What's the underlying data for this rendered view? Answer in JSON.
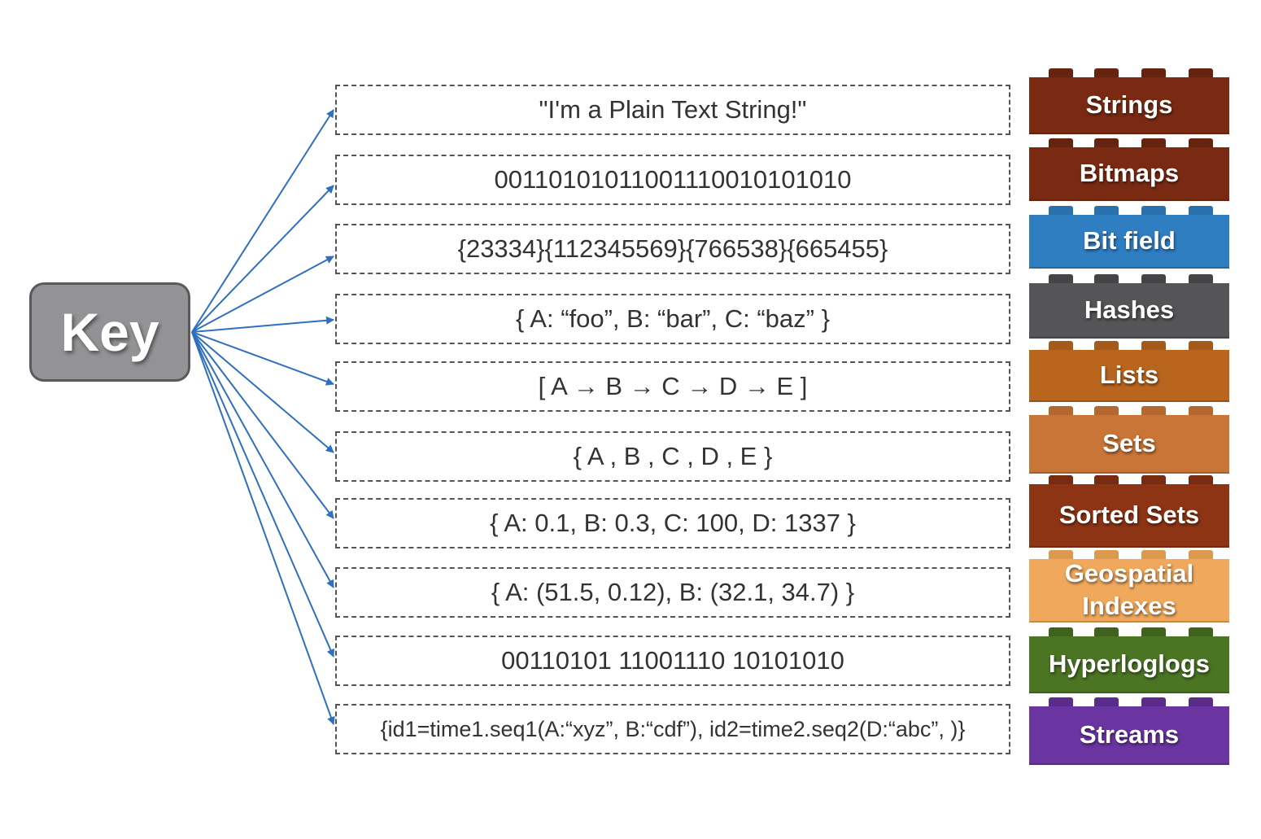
{
  "key": {
    "label": "Key"
  },
  "values": [
    {
      "text": "\"I'm a Plain Text String!\""
    },
    {
      "text": "00110101011001110010101010"
    },
    {
      "text": "{23334}{112345569}{766538}{665455}"
    },
    {
      "text": "{ A: “foo”, B: “bar”, C: “baz”  }"
    },
    {
      "text": "[ A → B → C → D → E ]"
    },
    {
      "text": "{  A , B , C , D , E  }"
    },
    {
      "text": "{ A: 0.1, B: 0.3, C: 100, D: 1337 }"
    },
    {
      "text": "{ A: (51.5, 0.12), B: (32.1, 34.7)  }"
    },
    {
      "text": "00110101 11001110 10101010"
    },
    {
      "text": "{id1=time1.seq1(A:“xyz”, B:“cdf”), id2=time2.seq2(D:“abc”, )}"
    }
  ],
  "types": [
    {
      "label": "Strings",
      "color": "#7a2a13",
      "stud_color": "#662310"
    },
    {
      "label": "Bitmaps",
      "color": "#7a2a13",
      "stud_color": "#662310"
    },
    {
      "label": "Bit field",
      "color": "#2f7ec2",
      "stud_color": "#2a70ad"
    },
    {
      "label": "Hashes",
      "color": "#555558",
      "stud_color": "#444447"
    },
    {
      "label": "Lists",
      "color": "#b9651e",
      "stud_color": "#a65a1a"
    },
    {
      "label": "Sets",
      "color": "#c97537",
      "stud_color": "#b4672f"
    },
    {
      "label": "Sorted Sets",
      "color": "#8c3414",
      "stud_color": "#772c11"
    },
    {
      "label": "Geospatial Indexes",
      "color": "#f0a95c",
      "stud_color": "#dc9a50"
    },
    {
      "label": "Hyperloglogs",
      "color": "#4b7423",
      "stud_color": "#3f631d"
    },
    {
      "label": "Streams",
      "color": "#6a35a0",
      "stud_color": "#5a2c8a"
    }
  ],
  "arrow_color": "#2f6fbf"
}
